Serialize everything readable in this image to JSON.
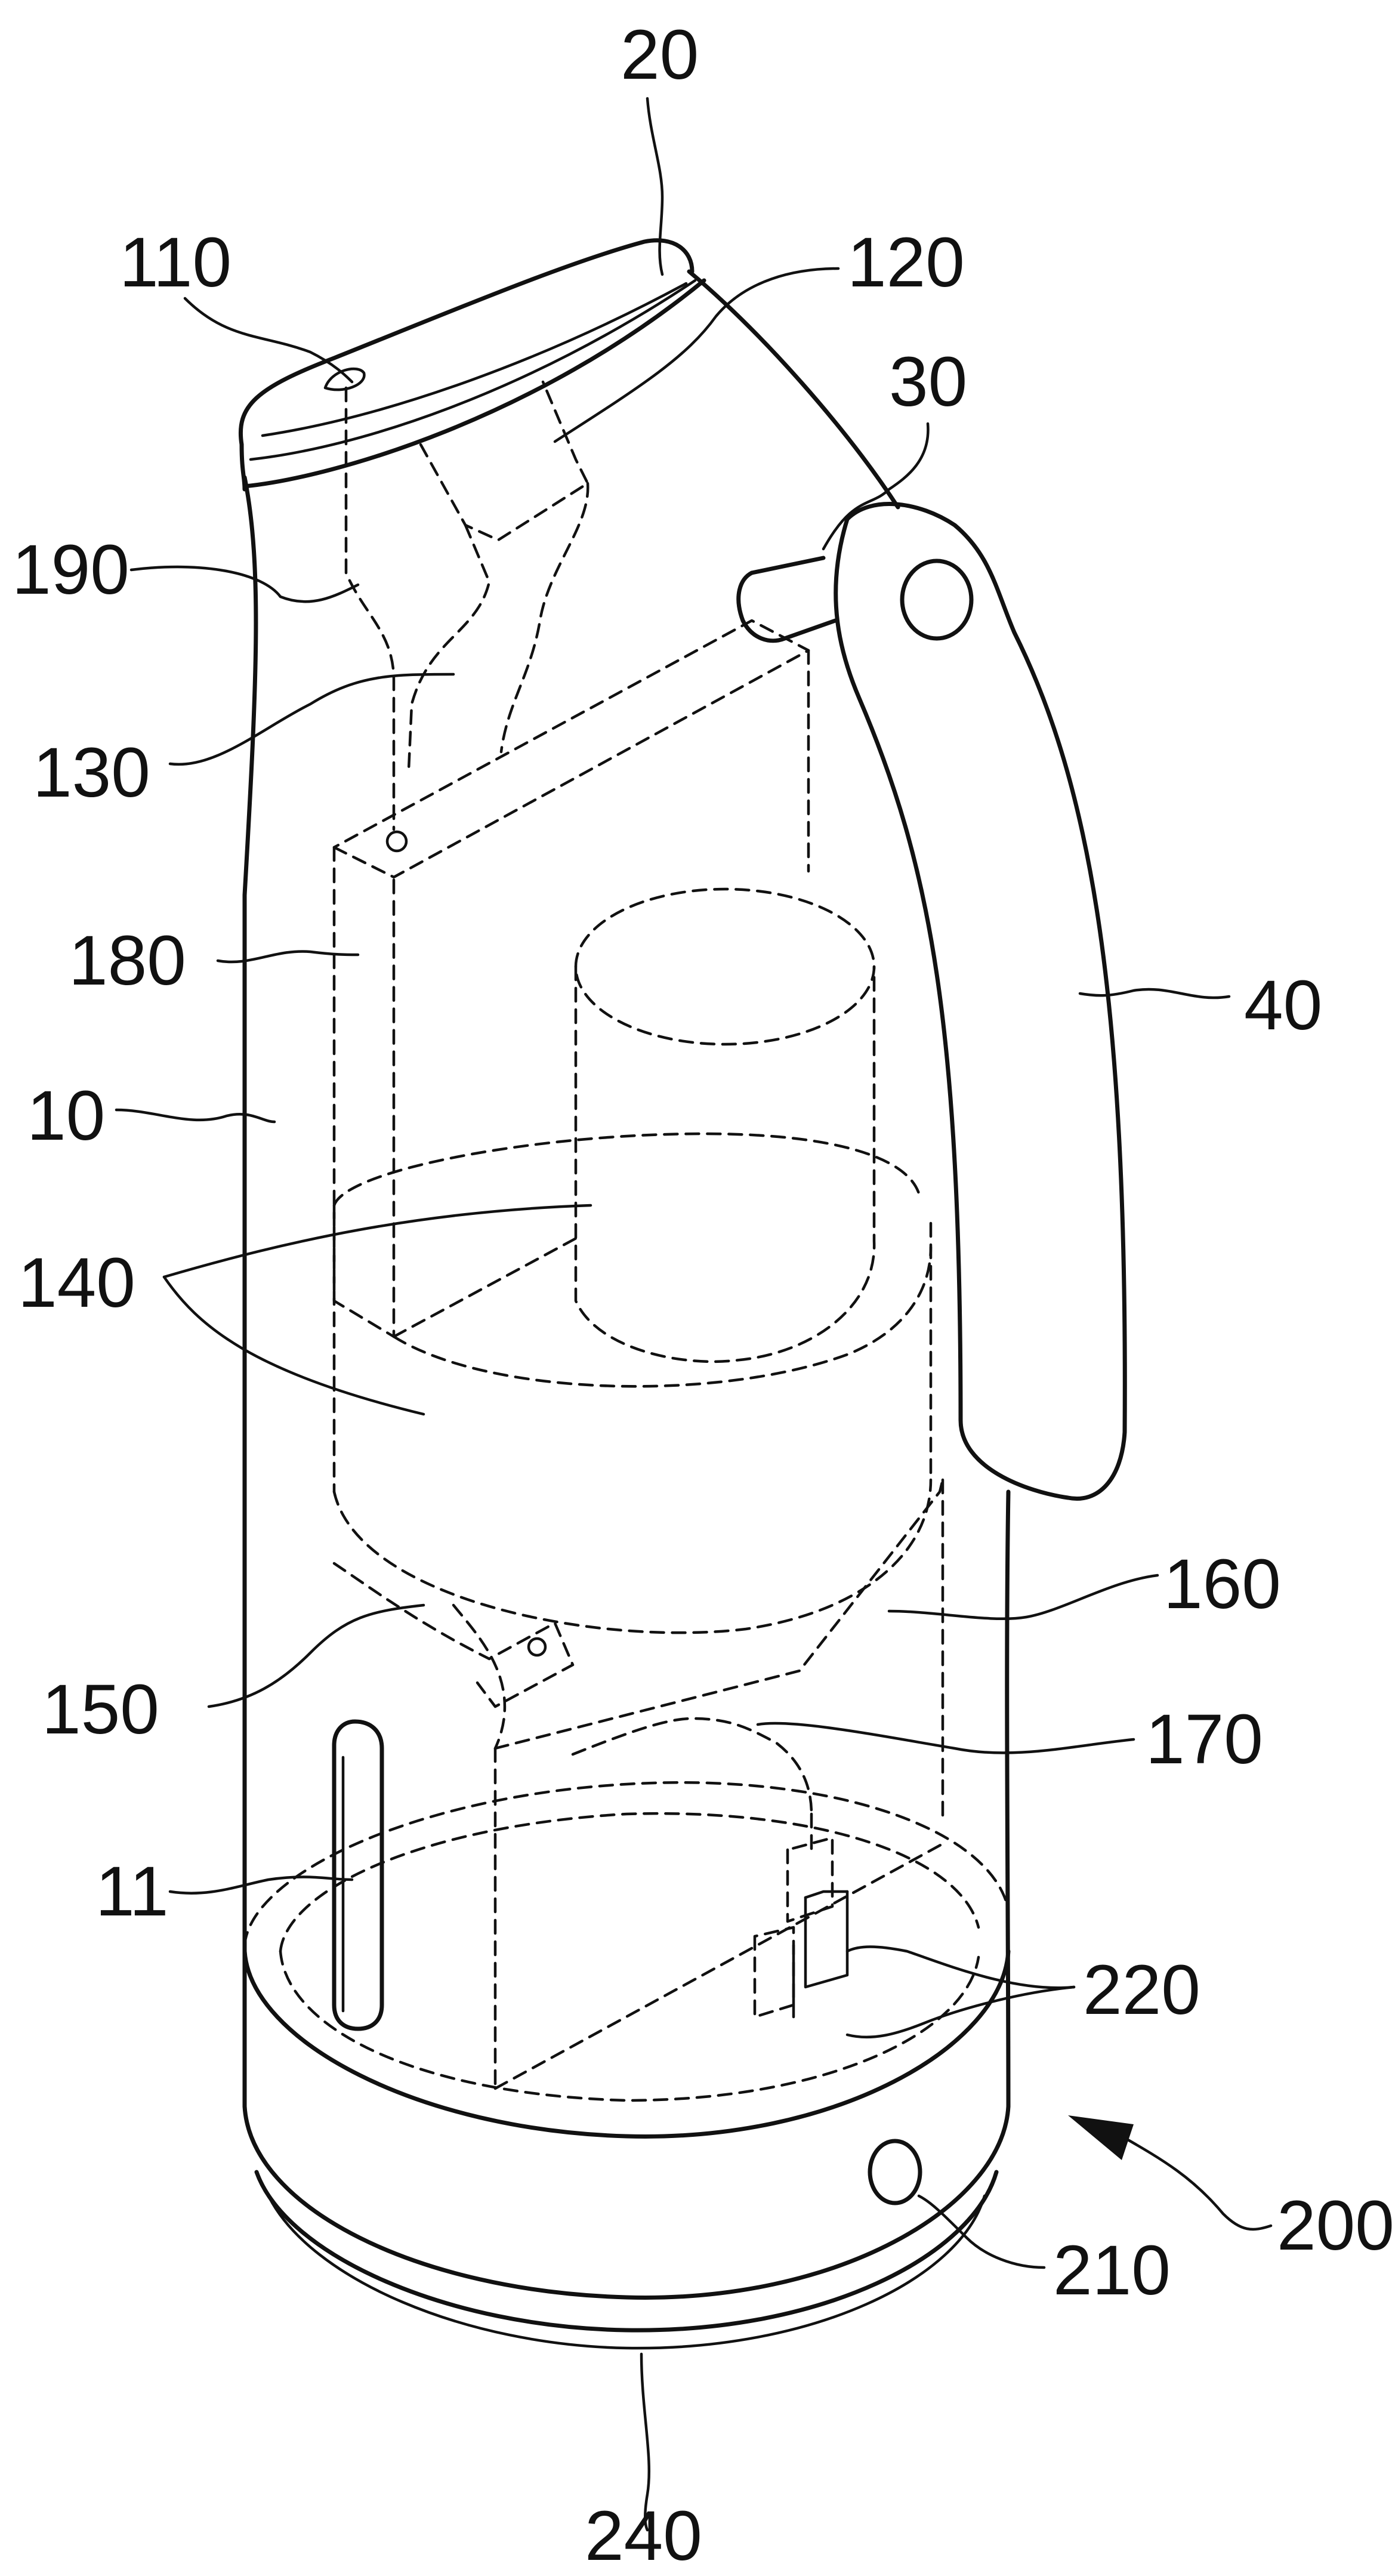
{
  "figure": {
    "labels": {
      "l20": "20",
      "l110": "110",
      "l120": "120",
      "l30": "30",
      "l190": "190",
      "l130": "130",
      "l180": "180",
      "l40": "40",
      "l10": "10",
      "l140": "140",
      "l160": "160",
      "l150": "150",
      "l170": "170",
      "l11": "11",
      "l220": "220",
      "l200": "200",
      "l210": "210",
      "l240": "240"
    }
  }
}
